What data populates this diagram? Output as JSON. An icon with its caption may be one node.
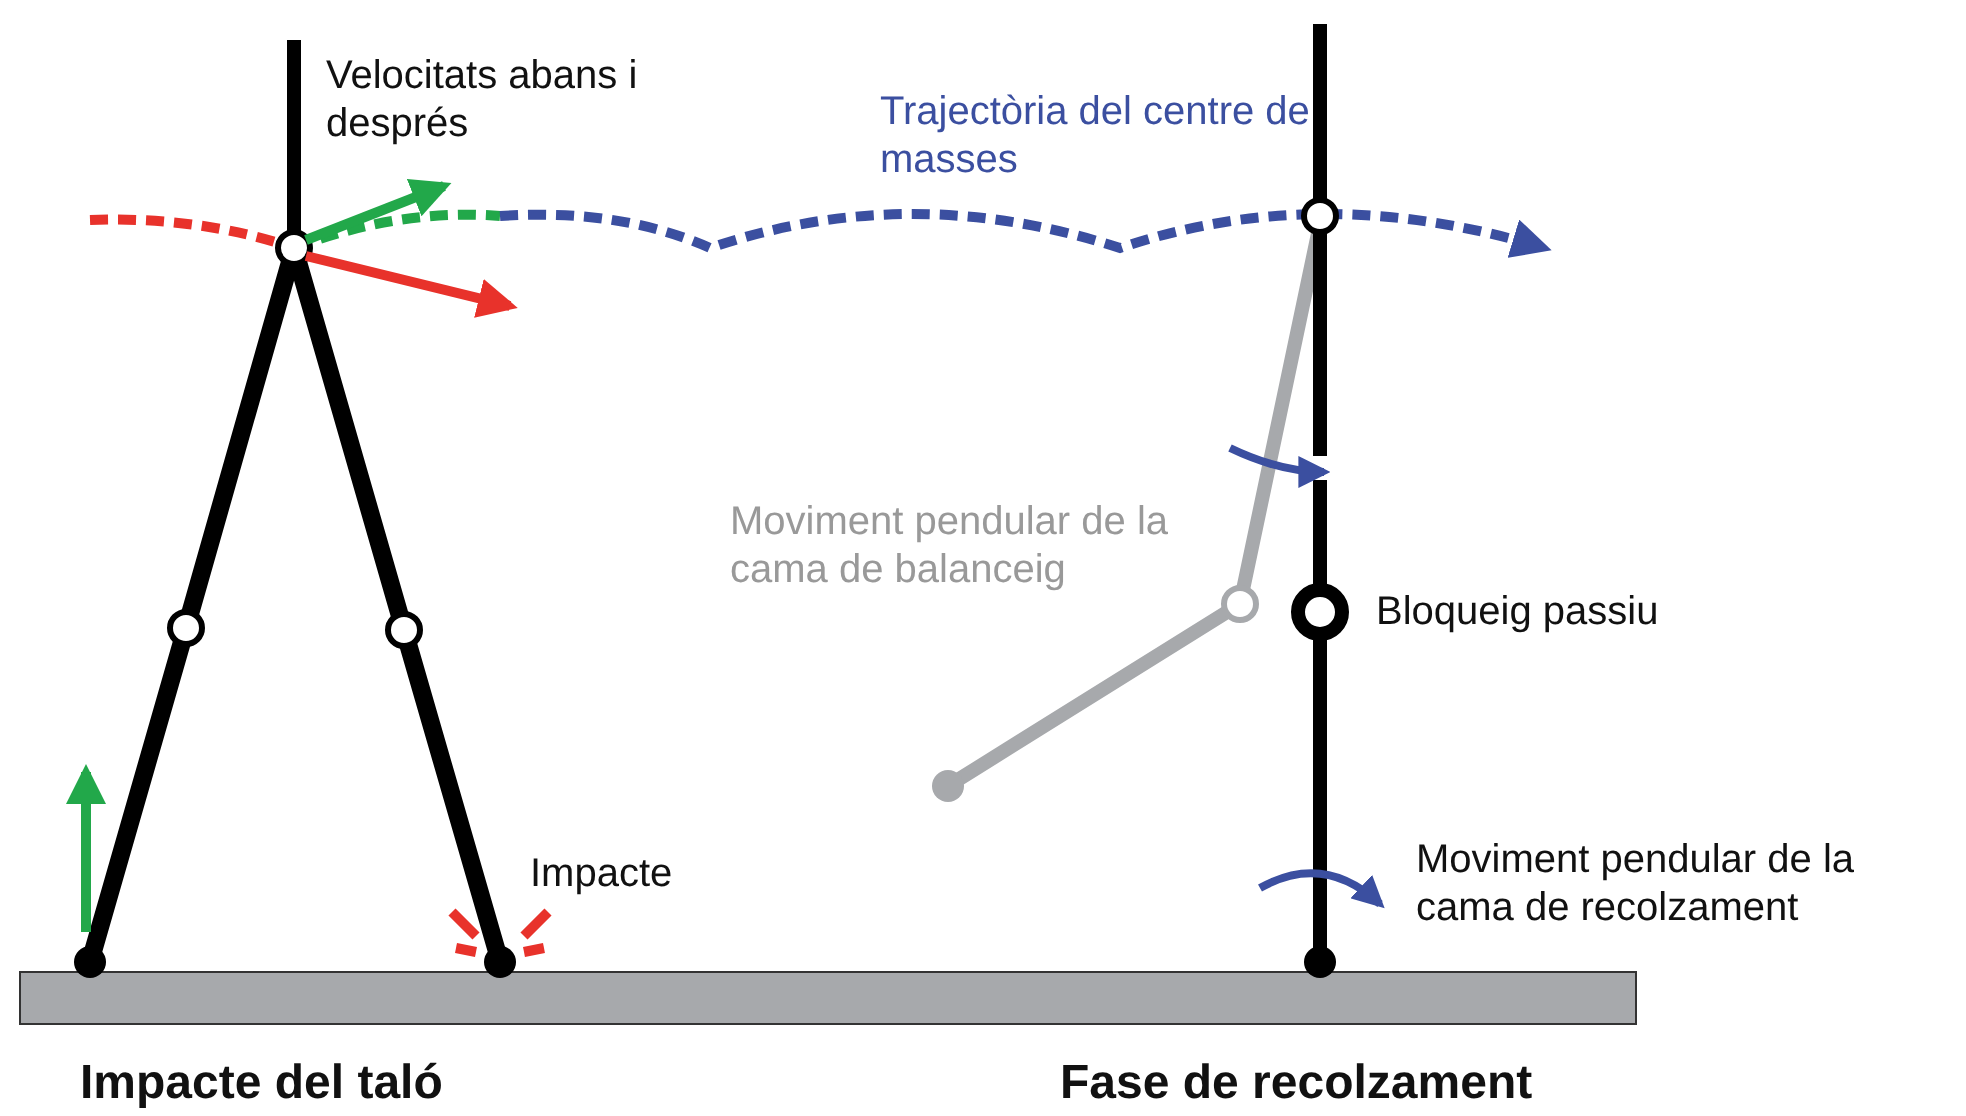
{
  "diagram": {
    "labels": [
      "Velocitats abans i després",
      "Trajectòria del centre de masses",
      "Moviment pendular de la cama de balanceig",
      "Bloqueig passiu",
      "Impacte",
      "Moviment pendular de la cama de recolzament",
      "Impacte del taló",
      "Fase de recolzament"
    ]
  }
}
